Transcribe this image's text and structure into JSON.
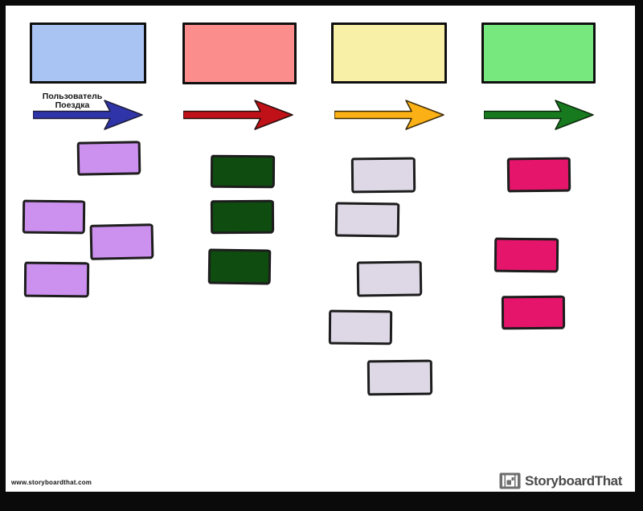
{
  "branding": {
    "watermark": "www.storyboardthat.com",
    "logo_text": "StoryboardThat",
    "logo_icon": "storyboard-logo-icon",
    "logo_color": "#6e6e6e"
  },
  "diagram": {
    "arrow_label": {
      "line1": "Пользователь",
      "line2": "Поездка"
    },
    "columns": [
      {
        "name": "column-1",
        "header_color": "#a9c3f3",
        "arrow_color": "#2f35a8",
        "card_color": "#cc90ef",
        "card_count": 4
      },
      {
        "name": "column-2",
        "header_color": "#fc8d8d",
        "arrow_color": "#bf1117",
        "card_color": "#0e4d0f",
        "card_count": 3
      },
      {
        "name": "column-3",
        "header_color": "#f8f0a6",
        "arrow_color": "#fbb016",
        "card_color": "#ded8e6",
        "card_count": 5
      },
      {
        "name": "column-4",
        "header_color": "#76e87d",
        "arrow_color": "#177a1e",
        "card_color": "#e5156b",
        "card_count": 3
      }
    ]
  }
}
